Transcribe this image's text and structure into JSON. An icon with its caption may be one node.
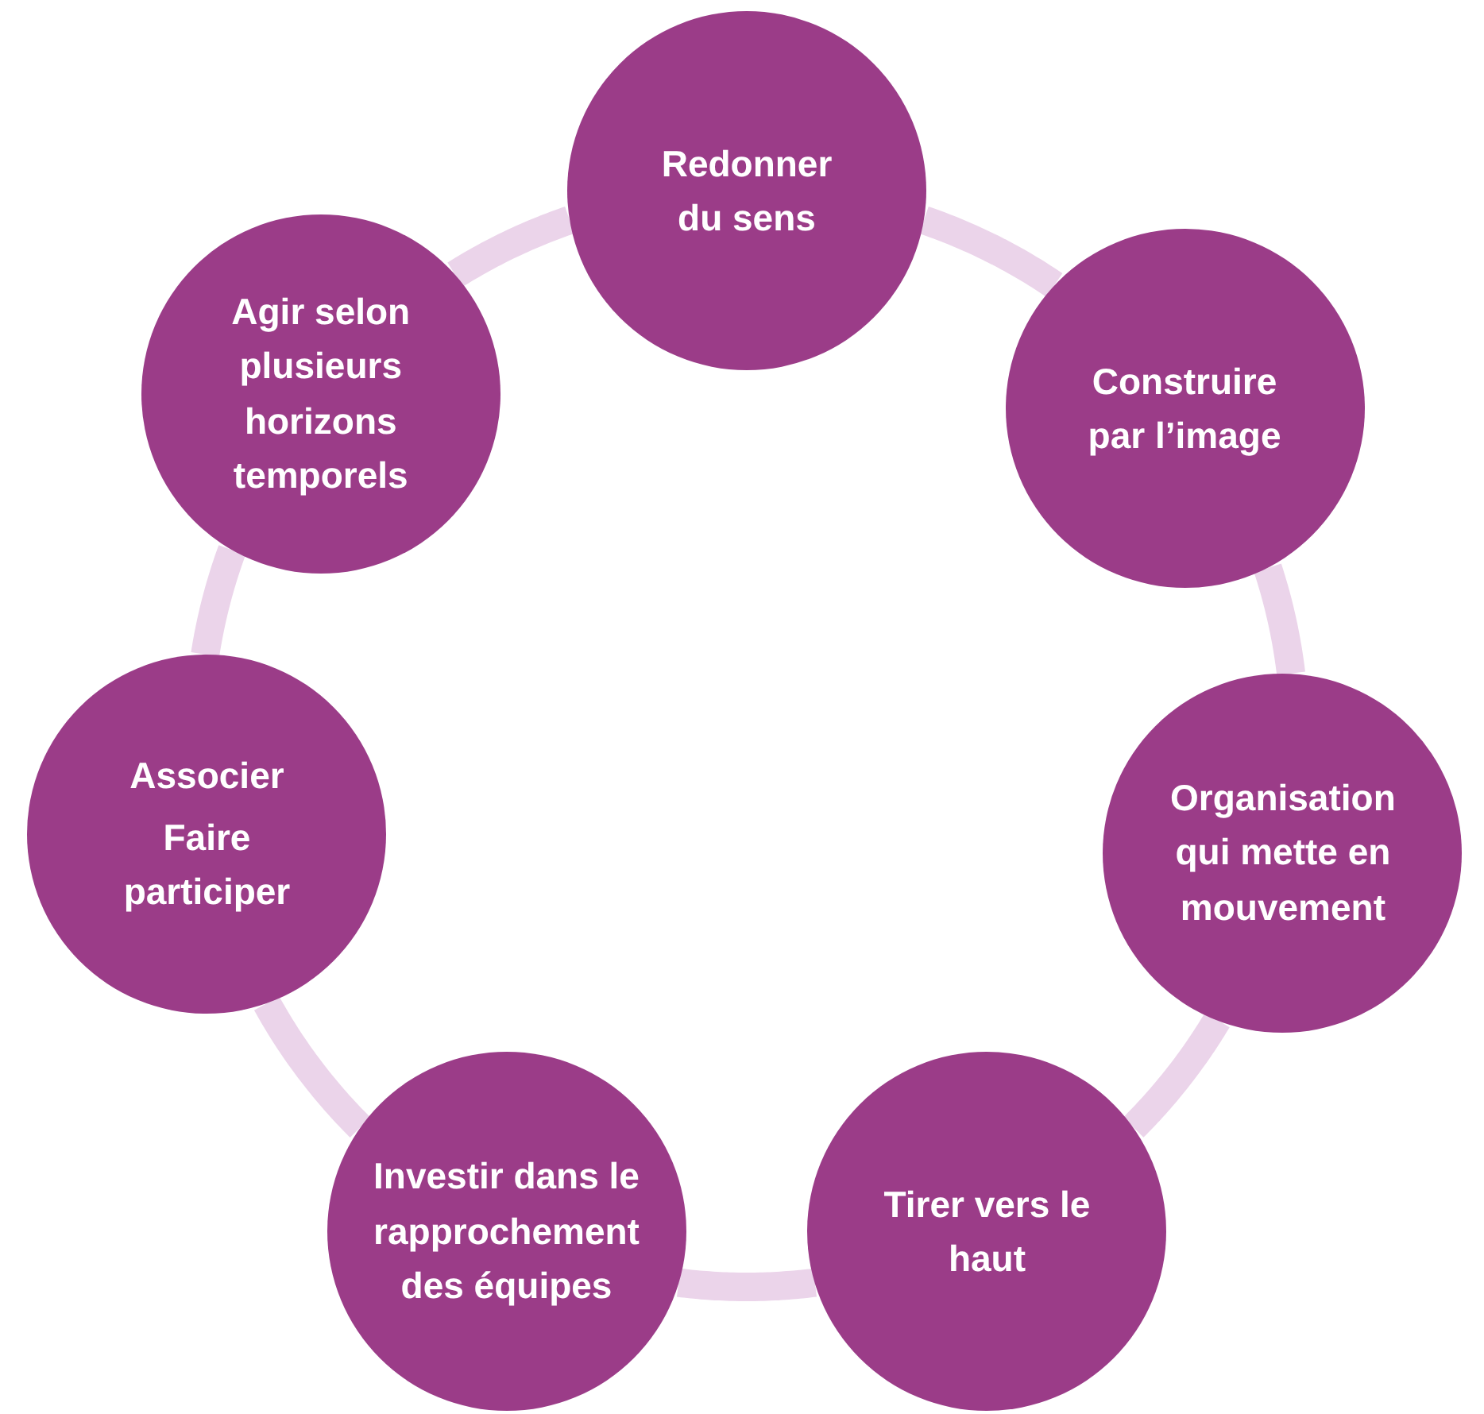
{
  "diagram": {
    "nodes": [
      {
        "text": [
          "Redonner du sens"
        ]
      },
      {
        "text": [
          "Construire par l’image"
        ]
      },
      {
        "text": [
          "Organisation qui mette en mouvement"
        ]
      },
      {
        "text": [
          "Tirer vers le haut"
        ]
      },
      {
        "text": [
          "Investir dans le rapprochement des équipes"
        ]
      },
      {
        "text": [
          "Associer",
          "Faire participer"
        ]
      },
      {
        "text": [
          "Agir selon plusieurs horizons temporels"
        ]
      }
    ],
    "edges": [
      {
        "from": 0,
        "to": 1,
        "arrow": "none"
      },
      {
        "from": 1,
        "to": 2,
        "arrow": "none"
      },
      {
        "from": 2,
        "to": 3,
        "arrow": "none"
      },
      {
        "from": 3,
        "to": 4,
        "arrow": "none"
      },
      {
        "from": 4,
        "to": 5,
        "arrow": "none"
      },
      {
        "from": 5,
        "to": 6,
        "arrow": "none"
      },
      {
        "from": 6,
        "to": 0,
        "arrow": "none"
      }
    ]
  }
}
